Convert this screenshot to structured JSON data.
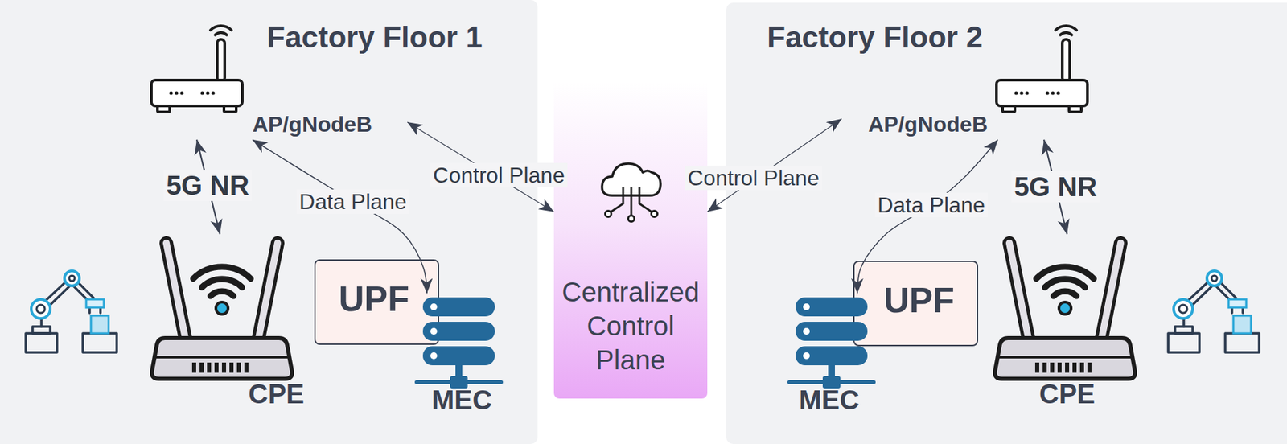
{
  "diagram": {
    "nodes": [
      {
        "text": [
          "Factory Floor 1"
        ]
      },
      {
        "text": [
          "AP/gNodeB"
        ],
        "in": 0
      },
      {
        "text": [
          "CPE"
        ],
        "in": 0
      },
      {
        "text": [
          "UPF"
        ],
        "in": 0
      },
      {
        "text": [
          "MEC"
        ],
        "in": 0
      },
      {
        "text": [
          "Centralized Control Plane"
        ]
      },
      {
        "text": [
          "Factory Floor 2"
        ]
      },
      {
        "text": [
          "AP/gNodeB"
        ],
        "in": 6
      },
      {
        "text": [
          "UPF"
        ],
        "in": 6
      },
      {
        "text": [
          "MEC"
        ],
        "in": 6
      },
      {
        "text": [
          "CPE"
        ],
        "in": 6
      }
    ],
    "edges": [
      {
        "from": 1,
        "to": 2,
        "label": "5G NR",
        "arrow": "both"
      },
      {
        "from": 1,
        "to": 4,
        "label": "Data Plane",
        "arrow": "both"
      },
      {
        "from": 5,
        "to": 1,
        "label": "Control Plane",
        "arrow": "both"
      },
      {
        "from": 5,
        "to": 7,
        "label": "Control Plane",
        "arrow": "both"
      },
      {
        "from": 7,
        "to": 9,
        "label": "Data Plane",
        "arrow": "both"
      },
      {
        "from": 7,
        "to": 10,
        "label": "5G NR",
        "arrow": "both"
      }
    ]
  }
}
